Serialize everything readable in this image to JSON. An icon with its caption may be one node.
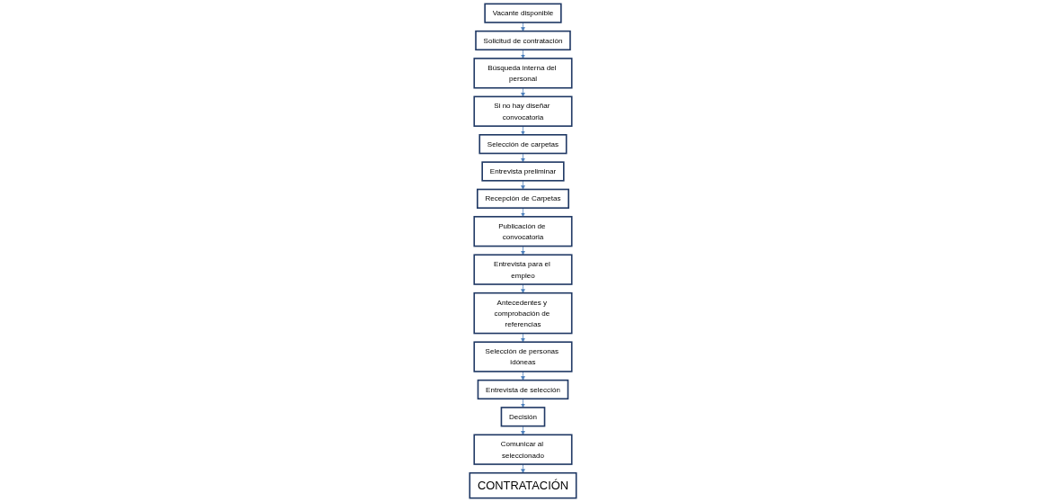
{
  "diagram": {
    "nodes": [
      {
        "text": [
          "Vacante disponible"
        ]
      },
      {
        "text": [
          "Solicitud de contratación"
        ]
      },
      {
        "text": [
          "Búsqueda interna del personal"
        ]
      },
      {
        "text": [
          "Si no hay diseñar convocatoria"
        ]
      },
      {
        "text": [
          "Publicación de convocatoria"
        ]
      },
      {
        "text": [
          "Recepción de Carpetas"
        ]
      },
      {
        "text": [
          "Entrevista preliminar"
        ]
      },
      {
        "text": [
          "Selección de carpetas"
        ]
      },
      {
        "text": [
          "Entrevista para el empleo"
        ]
      },
      {
        "text": [
          "Antecedentes y comprobación de referencias"
        ]
      },
      {
        "text": [
          "Selección de personas idóneas"
        ]
      },
      {
        "text": [
          "Entrevista de selección"
        ]
      },
      {
        "text": [
          "CONTRATACIÓN"
        ]
      },
      {
        "text": [
          "Comunicar al seleccionado"
        ]
      },
      {
        "text": [
          "Decisión"
        ]
      }
    ],
    "edges": [
      {
        "from": 0,
        "to": 1,
        "arrow": "to"
      },
      {
        "from": 1,
        "to": 2,
        "arrow": "to"
      },
      {
        "from": 2,
        "to": 3,
        "arrow": "to"
      },
      {
        "from": 3,
        "to": 7,
        "arrow": "to"
      },
      {
        "from": 7,
        "to": 6,
        "arrow": "to"
      },
      {
        "from": 6,
        "to": 5,
        "arrow": "to"
      },
      {
        "from": 5,
        "to": 4,
        "arrow": "to"
      },
      {
        "from": 4,
        "to": 8,
        "arrow": "to"
      },
      {
        "from": 8,
        "to": 9,
        "arrow": "to"
      },
      {
        "from": 9,
        "to": 10,
        "arrow": "to"
      },
      {
        "from": 10,
        "to": 11,
        "arrow": "to"
      },
      {
        "from": 11,
        "to": 14,
        "arrow": "to"
      },
      {
        "from": 14,
        "to": 13,
        "arrow": "to"
      },
      {
        "from": 13,
        "to": 12,
        "arrow": "to"
      }
    ]
  }
}
